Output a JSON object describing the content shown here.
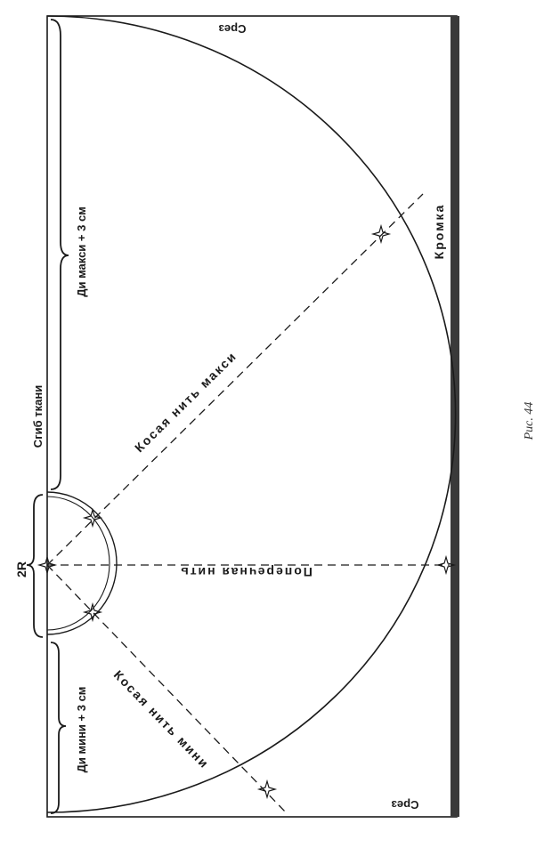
{
  "labels": {
    "fold": "Сгиб ткани",
    "len_maxi": "Ди макси + 3 см",
    "len_mini": "Ди мини + 3 см",
    "radius": "2R",
    "cut_top": "Срез",
    "cut_bottom": "Срез",
    "selvage": "Кромка",
    "bias_maxi": "Косая нить макси",
    "bias_mini": "Косая нить мини",
    "cross_grain": "Поперечная нить"
  },
  "caption": "Рис. 44",
  "colors": {
    "line": "#1a1a1a",
    "selvage": "#3a3a3a",
    "text": "#1a1a1a"
  }
}
